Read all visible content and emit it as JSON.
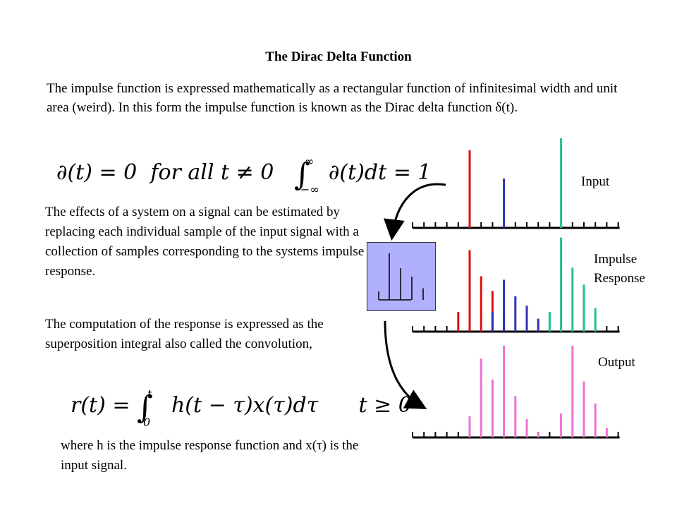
{
  "title": "The Dirac Delta Function",
  "intro": "The impulse function is expressed mathematically as a rectangular function of infinitesimal width and unit area (weird).  In this form the impulse function is known as the Dirac delta function δ(t).",
  "eq1": {
    "lhs": "∂(t) = 0",
    "cond": "for  all  t ≠ 0",
    "int_upper": "∞",
    "int_lower": "−∞",
    "integrand": "∂(t)dt = 1"
  },
  "para_system": "The effects of a system on a signal can be estimated by replacing each individual sample of the input signal with a collection of samples corresponding to the systems impulse response.",
  "para_convolution": "The computation of the response is expressed as the superposition integral also called the convolution,",
  "eq2": {
    "lhs": "r(t) = ",
    "int_upper": "t",
    "int_lower": "0",
    "integrand": "h(t − τ)x(τ)dτ",
    "cond": "t ≥ 0"
  },
  "para_where": "where h is the impulse response function and x(τ) is the input signal.",
  "labels": {
    "input": "Input",
    "impulse_response": "Impulse Response",
    "output": "Output"
  },
  "colors": {
    "red": "#e01010",
    "blue": "#3030b0",
    "green": "#20c090",
    "pink": "#f070d0",
    "box": "#b0b0ff"
  },
  "diagram": {
    "input_spikes": [
      {
        "slot": 5,
        "height": 110,
        "color": "red"
      },
      {
        "slot": 8,
        "height": 70,
        "color": "blue"
      },
      {
        "slot": 13,
        "height": 127,
        "color": "green"
      }
    ],
    "impulse_response_shape": [
      1.0,
      0.68,
      0.5,
      0.25
    ],
    "output_values": [
      0.23,
      0.86,
      0.63,
      1.0,
      0.45,
      0.2,
      0.06,
      0.26,
      1.0,
      0.61,
      0.37,
      0.1
    ]
  }
}
